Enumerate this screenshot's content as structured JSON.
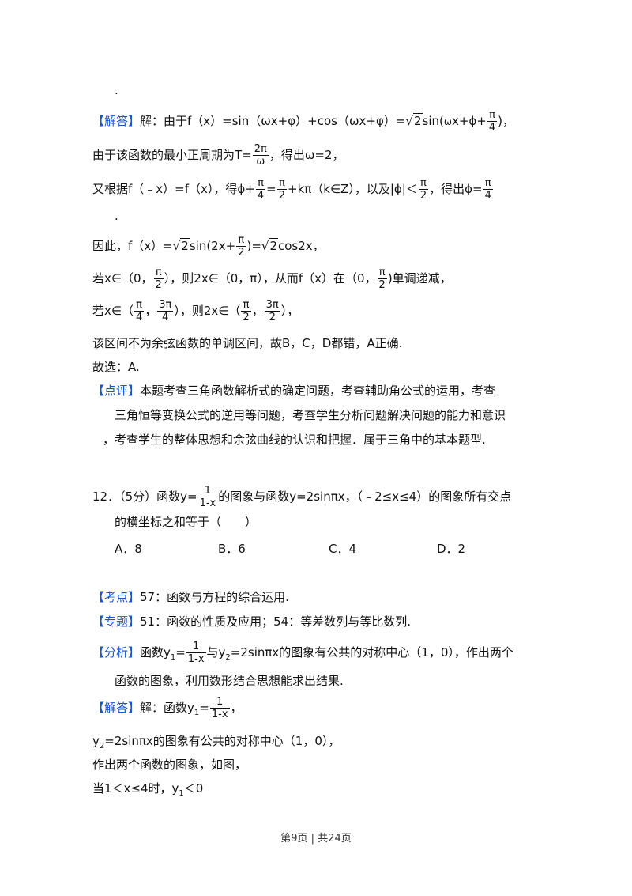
{
  "dot1": ".",
  "jieda_tag": "【解答】",
  "jieda_tag2": "【解答】",
  "dianping_tag": "【点评】",
  "kaodian_tag": "【考点】",
  "zhuanti_tag": "【专题】",
  "fenxi_tag": "【分析】",
  "sol11": {
    "l1_a": "解：由于f（x）=sin（ωx+φ）+cos（ωx+φ）=",
    "l1_sqrt": "2",
    "l1_b": "sin(",
    "l1_c": "ω",
    "l1_d": "x+ϕ+",
    "l1_fnum": "π",
    "l1_fden": "4",
    "l1_e": ")，",
    "l2_a": "由于该函数的最小正周期为T=",
    "l2_fnum": "2π",
    "l2_fden": "ω",
    "l2_b": "，得出ω=2，",
    "l3_a": "又根据f（﹣x）=f（x），得ϕ+",
    "l3_f1num": "π",
    "l3_f1den": "4",
    "l3_b": "=",
    "l3_f2num": "π",
    "l3_f2den": "2",
    "l3_c": "+kπ（k∈Z），以及|ϕ|＜",
    "l3_f3num": "π",
    "l3_f3den": "2",
    "l3_d": "，得出ϕ=",
    "l3_f4num": "π",
    "l3_f4den": "4",
    "l4": ".",
    "l5_a": "因此，f（x）=",
    "l5_sqrt1": "2",
    "l5_b": "sin(2x+",
    "l5_fnum": "π",
    "l5_fden": "2",
    "l5_c": ")=",
    "l5_sqrt2": "2",
    "l5_d": "cos2x，",
    "l6_a": "若x∈（0，",
    "l6_f1num": "π",
    "l6_f1den": "2",
    "l6_b": "），则2x∈（0，π），从而f（x）在（0，",
    "l6_f2num": "π",
    "l6_f2den": "2",
    "l6_c": ")单调递减，",
    "l7_a": "若x∈（",
    "l7_f1num": "π",
    "l7_f1den": "4",
    "l7_b": "，",
    "l7_f2num": "3π",
    "l7_f2den": "4",
    "l7_c": "），则2x∈（",
    "l7_f3num": "π",
    "l7_f3den": "2",
    "l7_d": "，",
    "l7_f4num": "3π",
    "l7_f4den": "2",
    "l7_e": "），",
    "l8": "该区间不为余弦函数的单调区间，故B，C，D都错，A正确.",
    "l9": "故选：A.",
    "dp1": "本题考查三角函数解析式的确定问题，考查辅助角公式的运用，考查",
    "dp2": "三角恒等变换公式的逆用等问题，考查学生分析问题解决问题的能力和意识",
    "dp3": "，考查学生的整体思想和余弦曲线的认识和把握．属于三角中的基本题型."
  },
  "q12": {
    "a": "12．（5分）函数y=",
    "fnum": "1",
    "fden": "1-x",
    "b": "的图象与函数y=2sinπx，（﹣2≤x≤4）的图象所有交点",
    "c": "的横坐标之和等于（　　）",
    "options": [
      "A．8",
      "B．6",
      "C．4",
      "D．2"
    ],
    "kaodian": "57：函数与方程的综合运用.",
    "zhuanti": "51：函数的性质及应用；54：等差数列与等比数列.",
    "fx_a": "函数y",
    "fx_sub1": "1",
    "fx_b": "=",
    "fx_fnum": "1",
    "fx_fden": "1-x",
    "fx_c": "与y",
    "fx_sub2": "2",
    "fx_d": "=2sinπx的图象有公共的对称中心（1，0），作出两个",
    "fx2": "函数的图象，利用数形结合思想能求出结果.",
    "jd_a": "解：函数y",
    "jd_sub": "1",
    "jd_b": "=",
    "jd_fnum": "1",
    "jd_fden": "1-x",
    "jd_c": "，",
    "s2_a": "y",
    "s2_sub": "2",
    "s2_b": "=2sinπx的图象有公共的对称中心（1，0），",
    "s3": "作出两个函数的图象，如图，",
    "s4_a": "当1＜x≤4时，y",
    "s4_sub": "1",
    "s4_b": "＜0"
  },
  "footer": "第9页 | 共24页"
}
